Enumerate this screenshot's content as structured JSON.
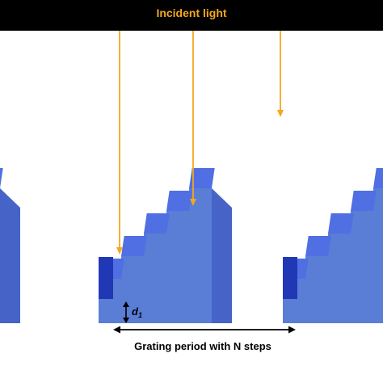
{
  "title": "Incident light",
  "d_label": "d",
  "d_subscript": "1",
  "period_label": "Grating period with N steps",
  "colors": {
    "background": "#ffffff",
    "top_bar": "#000000",
    "light": "#f4a71d",
    "grating_front": "#5a7dd6",
    "grating_top": "#4f6fe2",
    "grating_side": "#4664c8",
    "shadow": "#2138b6",
    "arrow": "#000000"
  },
  "icons": [
    "incident-light-arrow",
    "height-arrow",
    "period-arrow"
  ]
}
